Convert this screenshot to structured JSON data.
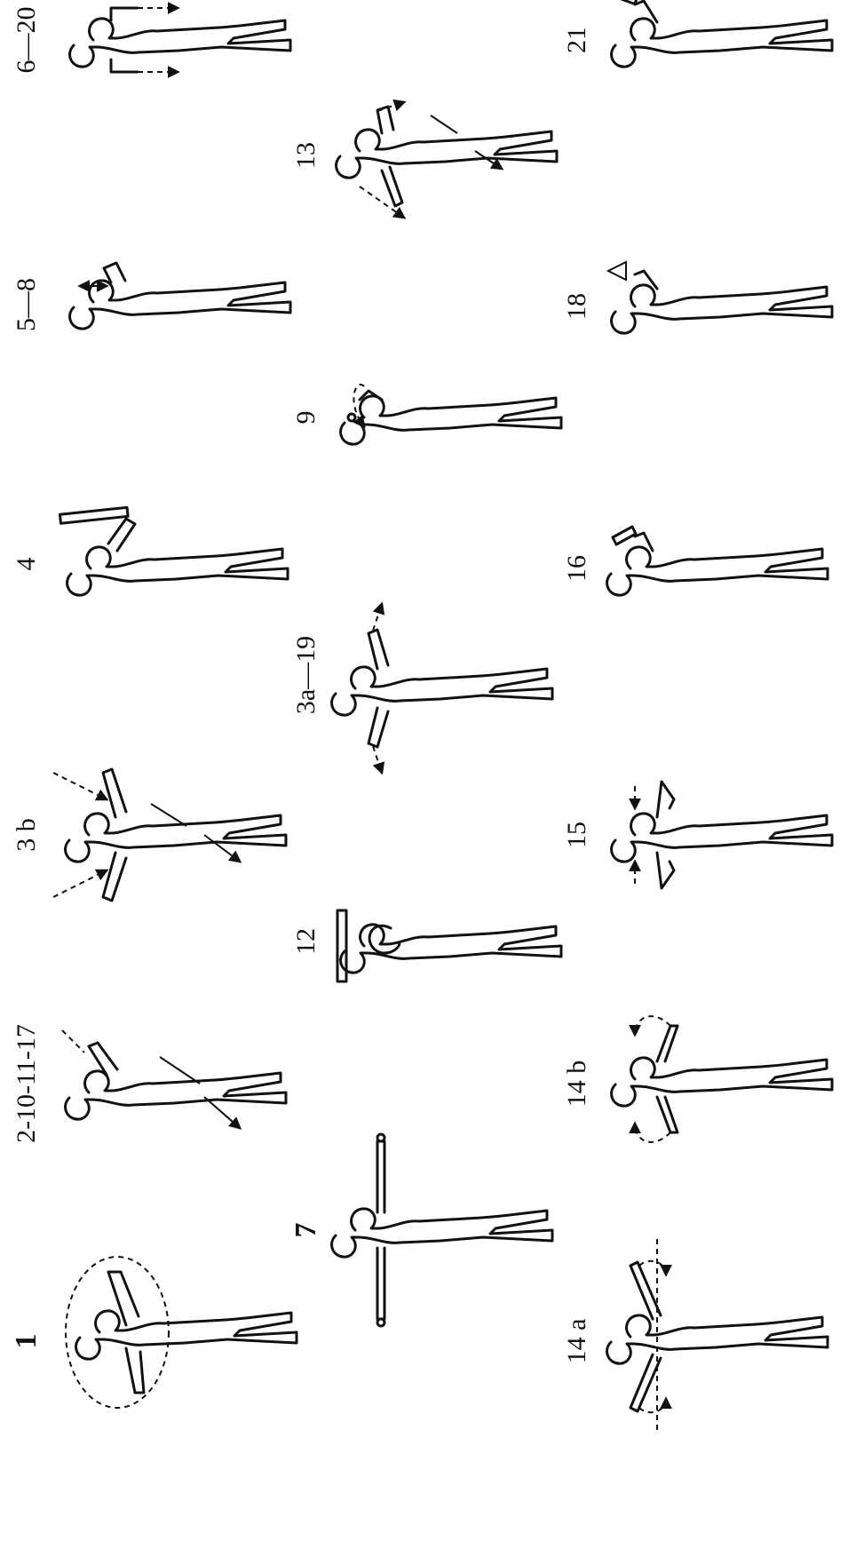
{
  "figure": {
    "signals": [
      {
        "id": "s1",
        "label": "1"
      },
      {
        "id": "s2",
        "label": "2-10-11-17"
      },
      {
        "id": "s3b",
        "label": "3 b"
      },
      {
        "id": "s4",
        "label": "4"
      },
      {
        "id": "s5",
        "label": "5—8"
      },
      {
        "id": "s6",
        "label": "6—20"
      },
      {
        "id": "s7",
        "label": "7"
      },
      {
        "id": "s12",
        "label": "12"
      },
      {
        "id": "s3a",
        "label": "3a—19"
      },
      {
        "id": "s9",
        "label": "9"
      },
      {
        "id": "s13",
        "label": "13"
      },
      {
        "id": "s14a",
        "label": "14 a"
      },
      {
        "id": "s14b",
        "label": "14 b"
      },
      {
        "id": "s15",
        "label": "15"
      },
      {
        "id": "s16",
        "label": "16"
      },
      {
        "id": "s18",
        "label": "18"
      },
      {
        "id": "s21",
        "label": "21"
      }
    ]
  }
}
